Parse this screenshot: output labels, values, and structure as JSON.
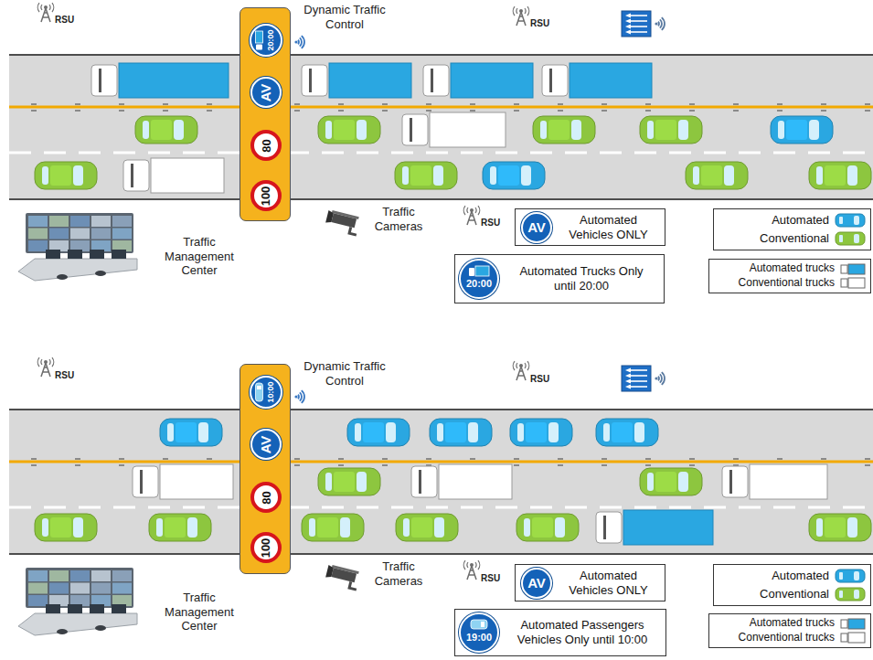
{
  "diagram": {
    "nodes": [
      {
        "text": [
          "Dynamic Traffic Control"
        ]
      },
      {
        "text": [
          "20:00"
        ],
        "in": 0
      },
      {
        "text": [
          "AV"
        ],
        "in": 0
      },
      {
        "text": [
          "80"
        ],
        "in": 0
      },
      {
        "text": [
          "100"
        ],
        "in": 0
      },
      {
        "text": [
          "Automated Vehicles ONLY"
        ]
      },
      {
        "text": [
          "AV"
        ],
        "in": 5
      },
      {
        "text": [
          "Automated Trucks Only until 20:00"
        ]
      },
      {
        "text": [
          "20:00"
        ],
        "in": 7
      },
      {
        "text": [
          "Dynamic Traffic Control"
        ]
      },
      {
        "text": [
          "10:00"
        ],
        "in": 9
      },
      {
        "text": [
          "AV"
        ],
        "in": 9
      },
      {
        "text": [
          "80"
        ],
        "in": 9
      },
      {
        "text": [
          "100"
        ],
        "in": 9
      },
      {
        "text": [
          "Automated Vehicles ONLY"
        ]
      },
      {
        "text": [
          "AV"
        ],
        "in": 14
      },
      {
        "text": [
          "Automated Passengers Vehicles Only until 10:00"
        ]
      },
      {
        "text": [
          "19:00"
        ],
        "in": 16
      }
    ],
    "labels": [
      "RSU",
      "RSU",
      "Traffic Cameras",
      "RSU",
      "Traffic Management Center",
      "RSU",
      "RSU",
      "Traffic Cameras",
      "RSU",
      "Traffic Management Center"
    ],
    "legend": [
      {
        "text": "Automated"
      },
      {
        "text": "Conventional"
      },
      {
        "text": "Automated trucks"
      },
      {
        "text": "Conventional trucks"
      },
      {
        "text": "Automated"
      },
      {
        "text": "Conventional"
      },
      {
        "text": "Automated trucks"
      },
      {
        "text": "Conventional trucks"
      }
    ]
  }
}
